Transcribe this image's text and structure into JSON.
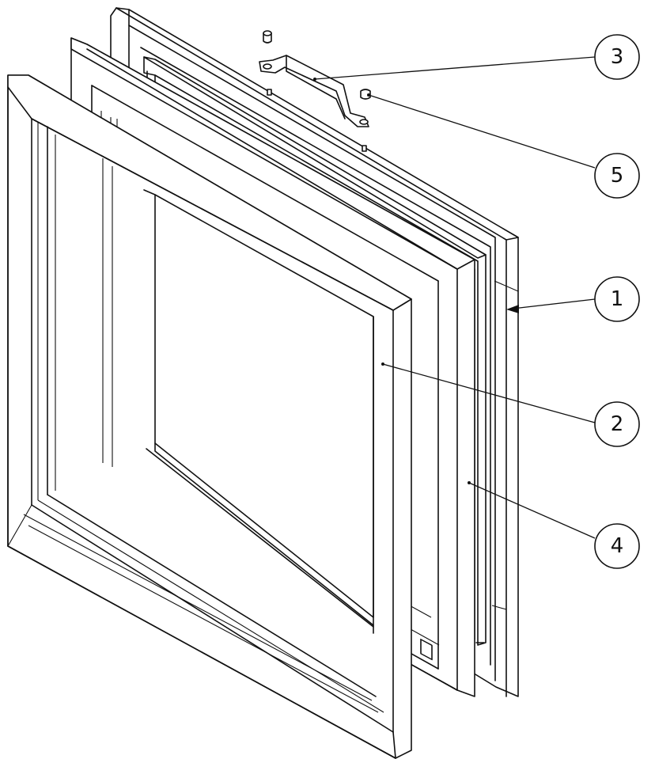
{
  "callouts": [
    {
      "number": "3"
    },
    {
      "number": "5"
    },
    {
      "number": "1"
    },
    {
      "number": "2"
    },
    {
      "number": "4"
    }
  ],
  "colors": {
    "line": "#111111",
    "background": "#ffffff"
  },
  "parts": [
    "back-frame",
    "gasket-frame",
    "glass-retainer-frame",
    "front-frame",
    "hanging-bracket",
    "nut"
  ]
}
